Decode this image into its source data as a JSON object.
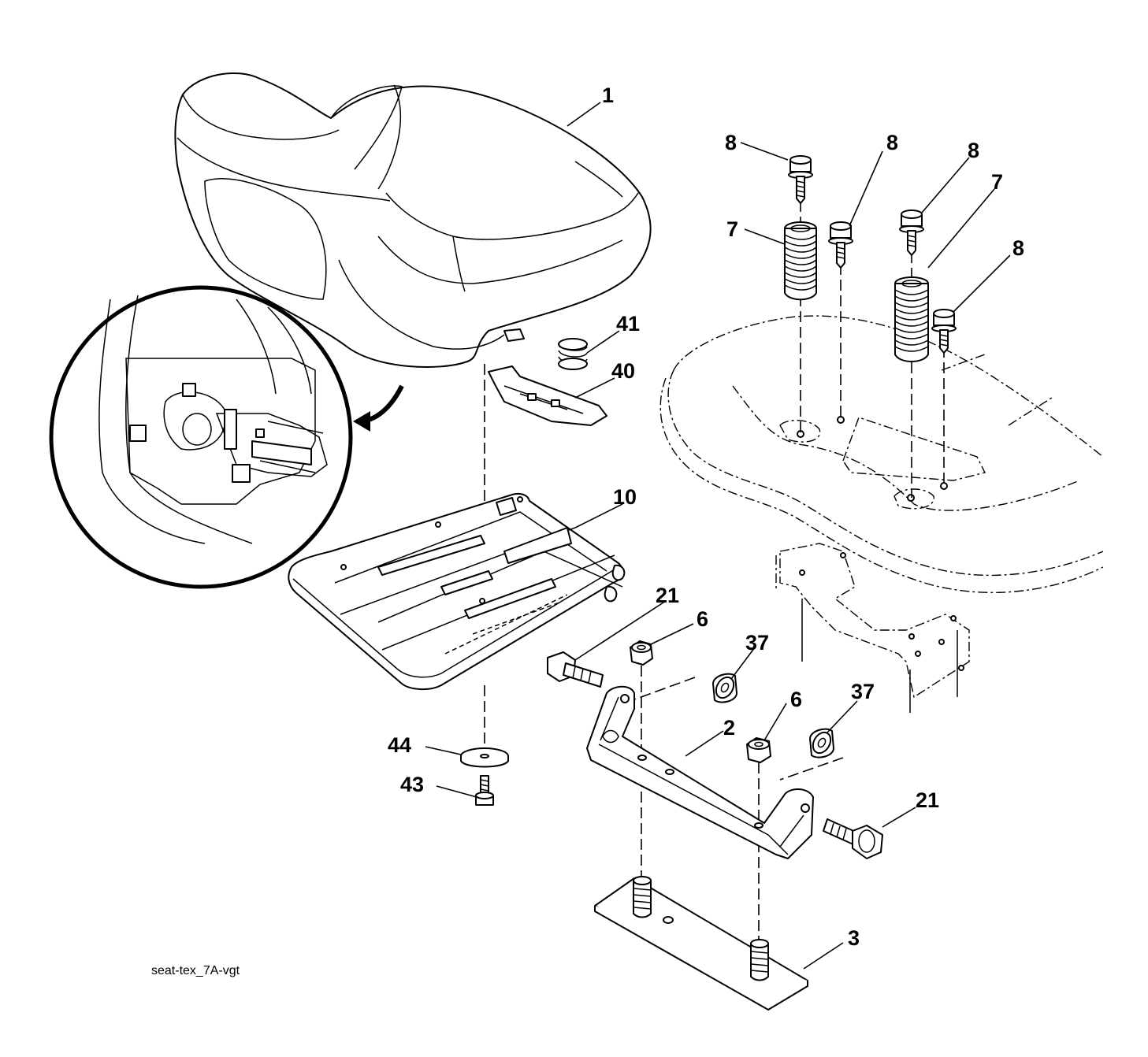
{
  "caption": "seat-tex_7A-vgt",
  "callouts": {
    "c1": "1",
    "c2": "2",
    "c3": "3",
    "c6a": "6",
    "c6b": "6",
    "c7a": "7",
    "c7b": "7",
    "c8a": "8",
    "c8b": "8",
    "c8c": "8",
    "c8d": "8",
    "c10": "10",
    "c21a": "21",
    "c21b": "21",
    "c37a": "37",
    "c37b": "37",
    "c40": "40",
    "c41": "41",
    "c43": "43",
    "c44": "44"
  }
}
